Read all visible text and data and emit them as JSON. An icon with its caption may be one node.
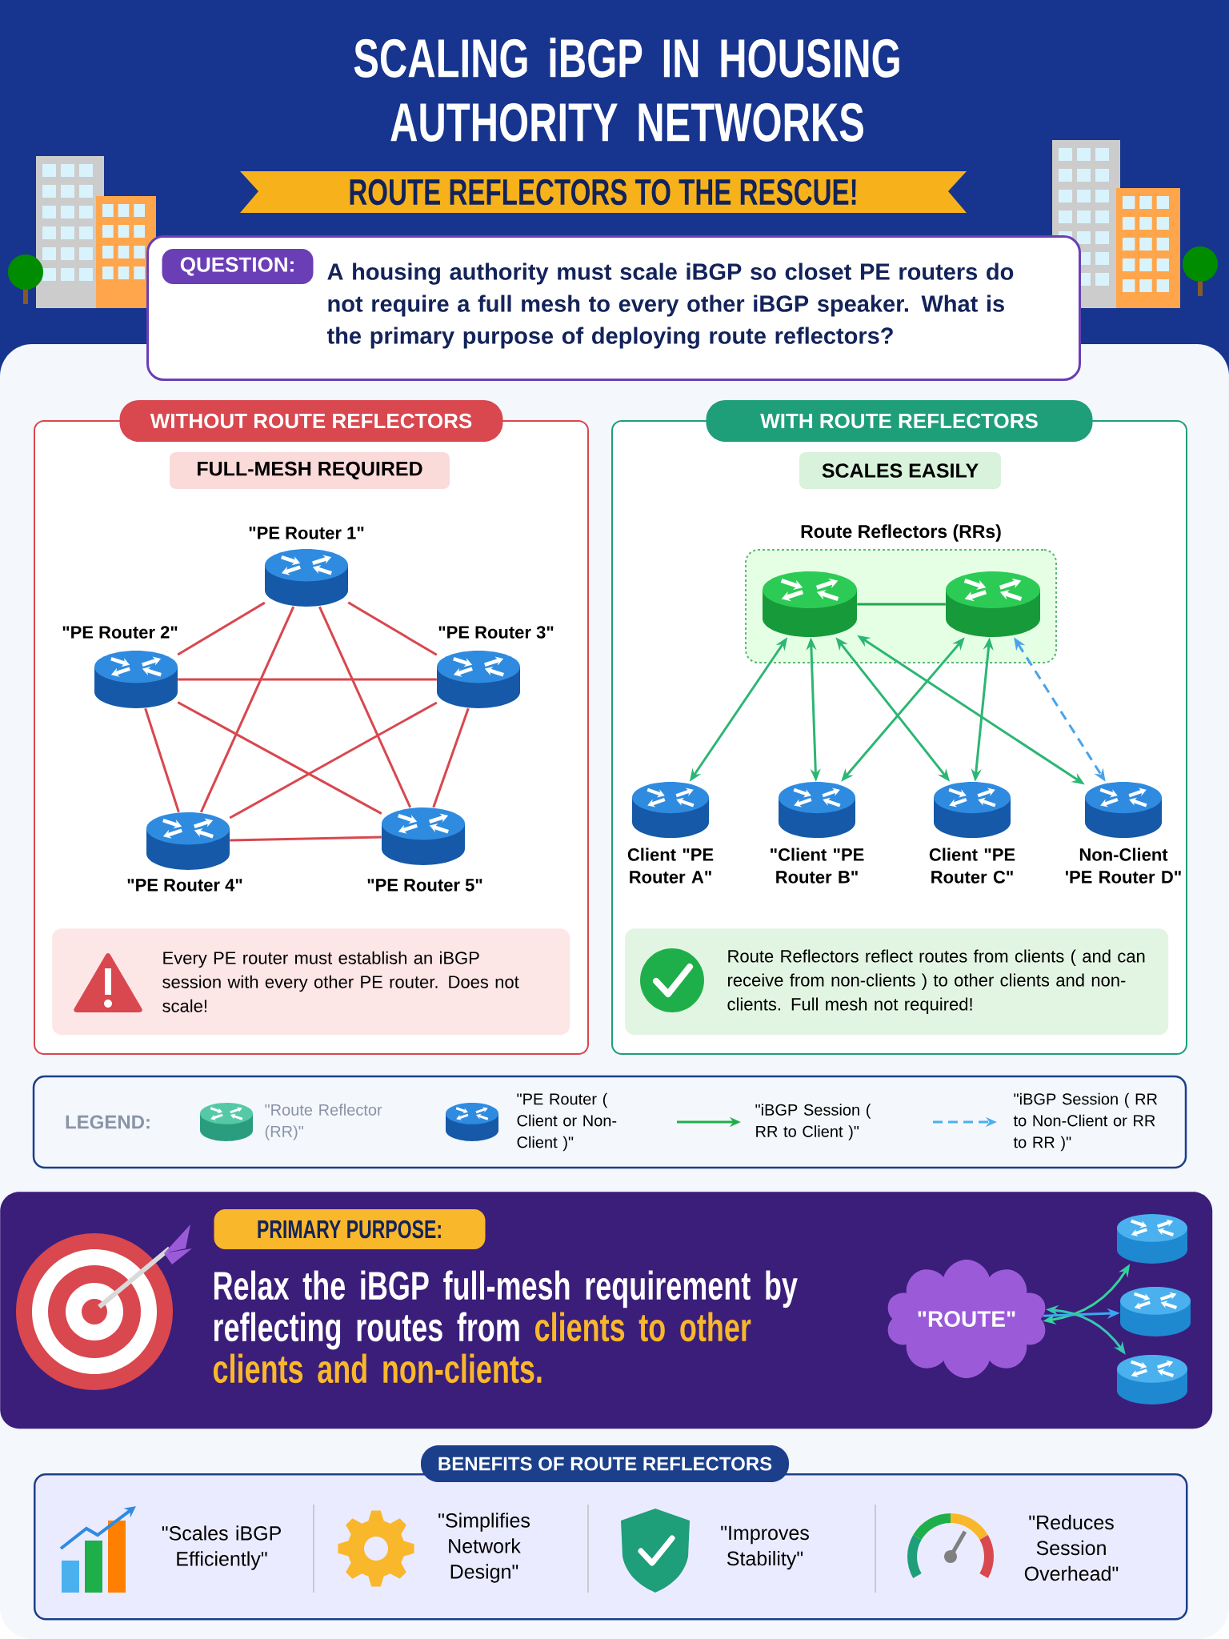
{
  "diagram": {
    "title": "SCALING iBGP IN HOUSING AUTHORITY NETWORKS",
    "nodes": [
      {
        "text": [
          "QUESTION:",
          "A housing authority must scale iBGP so closet PE routers do not require a full mesh to every other iBGP speaker. What is the primary purpose of deploying route reflectors?"
        ]
      },
      {
        "text": [
          "WITHOUT ROUTE REFLECTORS"
        ]
      },
      {
        "text": [
          "FULL-MESH REQUIRED"
        ],
        "in": 1
      },
      {
        "text": [
          "\"PE Router 1\""
        ],
        "in": 1
      },
      {
        "text": [
          "\"PE Router 2\""
        ],
        "in": 1
      },
      {
        "text": [
          "\"PE Router 3\""
        ],
        "in": 1
      },
      {
        "text": [
          "\"PE Router 4\""
        ],
        "in": 1
      },
      {
        "text": [
          "\"PE Router 5\""
        ],
        "in": 1
      },
      {
        "text": [
          "Every PE router must establish an iBGP session with every other PE router. Does not scale!"
        ],
        "in": 1
      },
      {
        "text": [
          "WITH ROUTE REFLECTORS"
        ]
      },
      {
        "text": [
          "SCALES EASILY"
        ],
        "in": 9
      },
      {
        "text": [
          "Route Reflectors (RRs)"
        ],
        "in": 9
      },
      {
        "text": [],
        "shape": "cylinder",
        "in": 11
      },
      {
        "text": [],
        "shape": "cylinder",
        "in": 11
      },
      {
        "text": [
          "Client \"PE Router A\""
        ],
        "in": 9
      },
      {
        "text": [
          "\"Client \"PE Router B\""
        ],
        "in": 9
      },
      {
        "text": [
          "Client \"PE Router C\""
        ],
        "in": 9
      },
      {
        "text": [
          "Non-Client 'PE Router D\""
        ],
        "in": 9
      },
      {
        "text": [
          "Route Reflectors reflect routes from clients ( and can receive from non-clients ) to other clients and non-clients. Full mesh not required!"
        ],
        "in": 9
      },
      {
        "text": [
          "PRIMARY PURPOSE:",
          "Relax the iBGP full-mesh requirement by reflecting routes from **clients to other clients and non-clients.**"
        ]
      },
      {
        "text": [
          "\"ROUTE\""
        ],
        "in": 19
      },
      {
        "text": [],
        "shape": "cylinder",
        "in": 19
      },
      {
        "text": [],
        "shape": "cylinder",
        "in": 19
      },
      {
        "text": [],
        "shape": "cylinder",
        "in": 19
      },
      {
        "text": [
          "BENEFITS OF ROUTE REFLECTORS"
        ]
      }
    ],
    "edges": [
      {
        "from": 3,
        "to": 4,
        "arrow": "none",
        "color": "#d9474f"
      },
      {
        "from": 3,
        "to": 5,
        "arrow": "none",
        "color": "#d9474f"
      },
      {
        "from": 3,
        "to": 6,
        "arrow": "none",
        "color": "#d9474f"
      },
      {
        "from": 3,
        "to": 7,
        "arrow": "none",
        "color": "#d9474f"
      },
      {
        "from": 4,
        "to": 5,
        "arrow": "none",
        "color": "#d9474f"
      },
      {
        "from": 4,
        "to": 6,
        "arrow": "none",
        "color": "#d9474f"
      },
      {
        "from": 4,
        "to": 7,
        "arrow": "none",
        "color": "#d9474f"
      },
      {
        "from": 5,
        "to": 6,
        "arrow": "none",
        "color": "#d9474f"
      },
      {
        "from": 5,
        "to": 7,
        "arrow": "none",
        "color": "#d9474f"
      },
      {
        "from": 6,
        "to": 7,
        "arrow": "none",
        "color": "#d9474f"
      },
      {
        "from": 12,
        "to": 13,
        "arrow": "none",
        "color": "#22a84a"
      },
      {
        "from": 12,
        "to": 14,
        "arrow": "both",
        "color": "#2bb673"
      },
      {
        "from": 12,
        "to": 15,
        "arrow": "both",
        "color": "#2bb673"
      },
      {
        "from": 12,
        "to": 16,
        "arrow": "both",
        "color": "#2bb673"
      },
      {
        "from": 12,
        "to": 17,
        "arrow": "both",
        "color": "#2bb673"
      },
      {
        "from": 13,
        "to": 15,
        "arrow": "both",
        "color": "#2bb673"
      },
      {
        "from": 13,
        "to": 16,
        "arrow": "both",
        "color": "#2bb673"
      },
      {
        "from": 13,
        "to": 17,
        "arrow": "both",
        "style": "dashed",
        "color": "#4aa3e8"
      },
      {
        "from": 20,
        "to": 21,
        "arrow": "both",
        "color": "#36d39a"
      },
      {
        "from": 20,
        "to": 22,
        "arrow": "to",
        "color": "#3aa8f0"
      },
      {
        "from": 20,
        "to": 23,
        "arrow": "both",
        "color": "#36c7b0"
      }
    ],
    "labels": [
      "ROUTE REFLECTORS TO THE RESCUE!",
      "LEGEND:",
      "\"Scales iBGP Efficiently\"",
      "\"Simplifies Network Design\"",
      "\"Improves Stability\"",
      "\"Reduces Session Overhead\""
    ],
    "legend": [
      {
        "text": "\"Route Reflector (RR)\""
      },
      {
        "text": "\"PE Router ( Client or Non-Client )\""
      },
      {
        "text": "\"iBGP Session ( RR to Client )\""
      },
      {
        "text": "\"iBGP Session ( RR to Non-Client or RR to RR )\""
      }
    ]
  }
}
